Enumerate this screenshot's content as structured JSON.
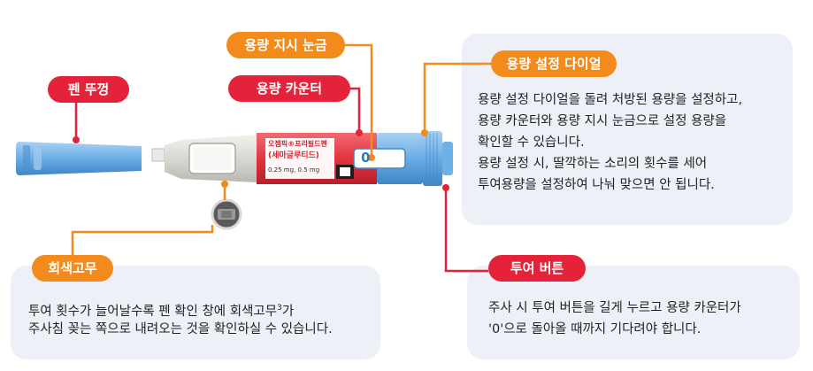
{
  "labels": {
    "pen_cap": "펜 뚜껑",
    "dose_indicator": "용량 지시 눈금",
    "dose_counter": "용량 카운터",
    "dose_dial": "용량 설정 다이얼",
    "grey_rubber": "회색고무",
    "injection_button": "투여 버튼"
  },
  "dose_dial_desc": [
    "용량 설정 다이얼을 돌려 처방된 용량을 설정하고,",
    "용량 카운터와 용량 지시 눈금으로 설정 용량을",
    "확인할 수 있습니다.",
    "용량 설정 시, 딸깍하는 소리의 횟수를 세어",
    "투여용량을 설정하여 나눠 맞으면 안 됩니다."
  ],
  "grey_rubber_desc": {
    "line1_before": "투여 횟수가 늘어날수록 펜 확인 창에 회색고무",
    "line1_sup": "3",
    "line1_after": "가",
    "line2": "주사침 꽂는 쪽으로 내려오는 것을 확인하실 수 있습니다."
  },
  "injection_button_desc": [
    "주사 시 투여 버튼을 길게 누르고 용량 카운터가",
    "'0'으로 돌아올 때까지 기다려야 합니다."
  ],
  "pen_label": {
    "brand": "오젬픽®프리필드펜",
    "generic": "(세마글루티드)",
    "strength": "0.25 mg, 0.5 mg"
  },
  "counter_text": "0",
  "colors": {
    "red": "#e4233a",
    "orange": "#f28a1c",
    "card_bg": "#edf0f6",
    "pen_blue": "#6fb0e6"
  }
}
